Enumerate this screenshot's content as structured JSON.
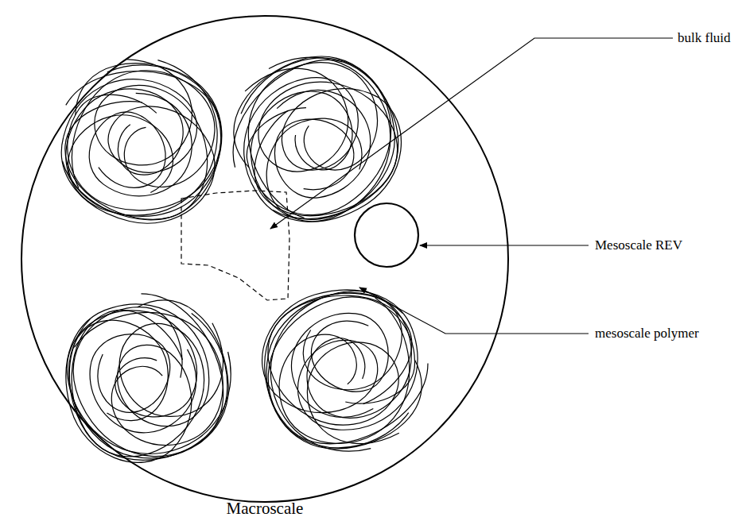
{
  "diagram": {
    "labels": [
      "bulk fluid",
      "Mesoscale REV",
      "mesoscale polymer",
      "Macroscale"
    ]
  }
}
